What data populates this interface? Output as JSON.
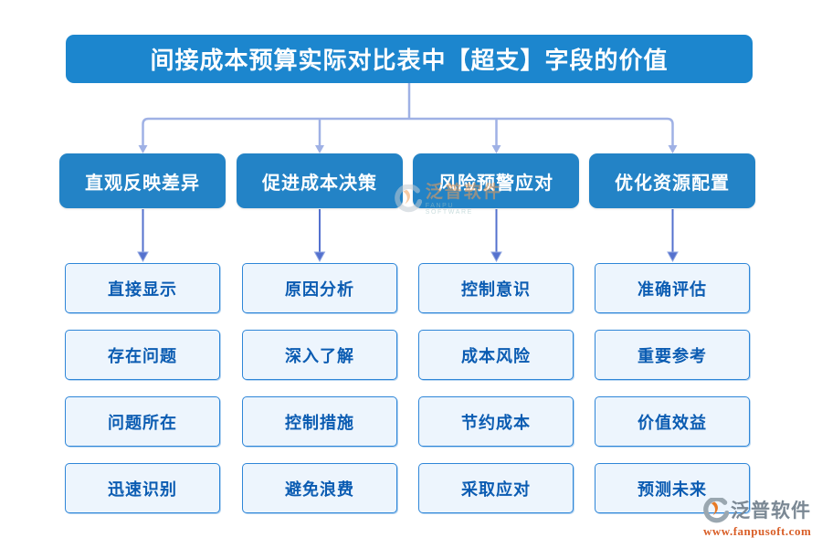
{
  "title": "间接成本预算实际对比表中【超支】字段的价值",
  "columns": [
    {
      "header": "直观反映差异",
      "items": [
        "直接显示",
        "存在问题",
        "问题所在",
        "迅速识别"
      ]
    },
    {
      "header": "促进成本决策",
      "items": [
        "原因分析",
        "深入了解",
        "控制措施",
        "避免浪费"
      ]
    },
    {
      "header": "风险预警应对",
      "items": [
        "控制意识",
        "成本风险",
        "节约成本",
        "采取应对"
      ]
    },
    {
      "header": "优化资源配置",
      "items": [
        "准确评估",
        "重要参考",
        "价值效益",
        "预测未来"
      ]
    }
  ],
  "watermark_center": {
    "brand": "泛普软件",
    "subtitle": "FANPU SOFTWARE"
  },
  "footer_logo": {
    "brand": "泛普软件",
    "url": "www.fanpusoft.com"
  },
  "colors": {
    "title_bg": "#1c86ce",
    "header_bg": "#2383c6",
    "item_bg": "#edf5fd",
    "item_border": "#2e86d8",
    "item_text": "#0b5cb2",
    "rail": "#9fb1e5",
    "column_arrow": "#5471ce",
    "logo_orange": "#e87a25",
    "logo_gray": "#9aa7b0",
    "url_orange": "#d95f28"
  }
}
